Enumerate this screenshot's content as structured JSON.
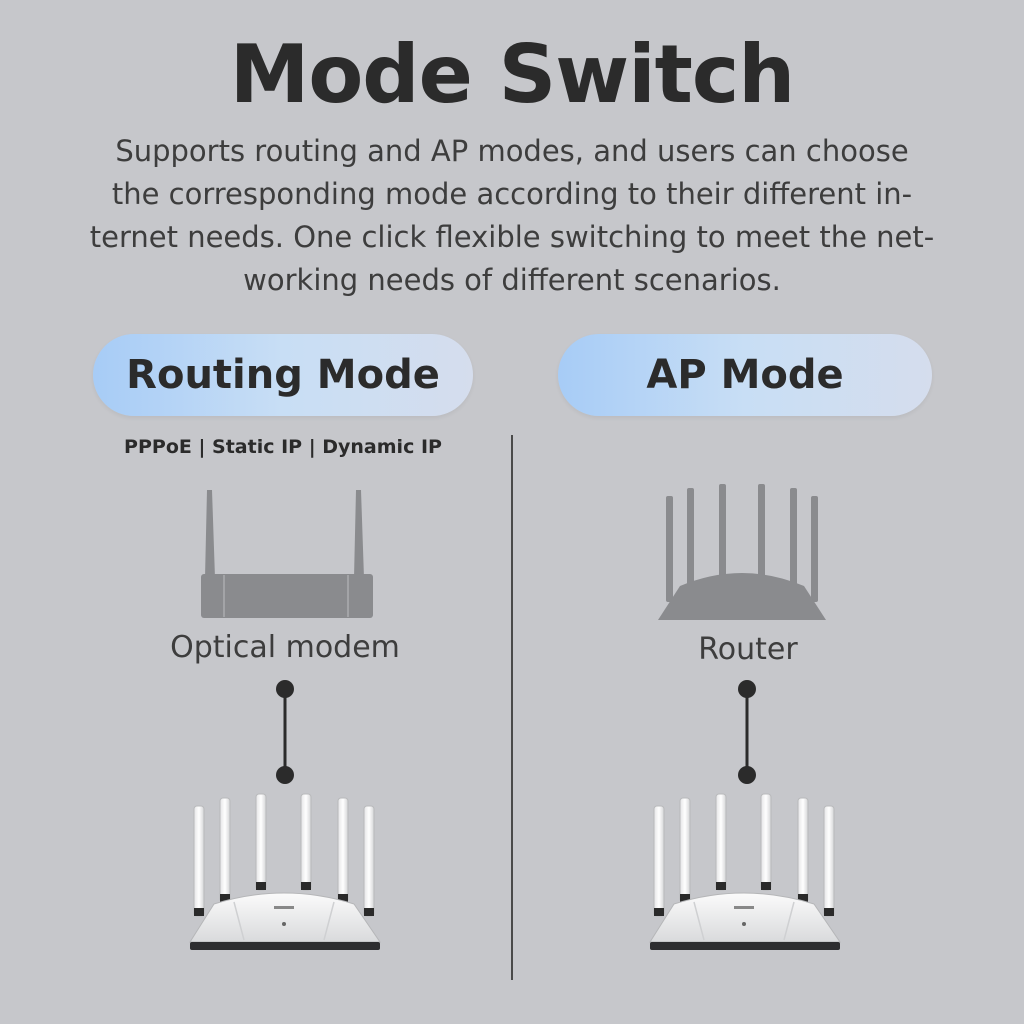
{
  "title": "Mode Switch",
  "description": {
    "lines": [
      "Supports routing and AP modes, and users can choose",
      "the corresponding mode according to their different in-",
      "ternet needs. One click flexible switching to meet the net-",
      "working needs of different scenarios."
    ]
  },
  "modes": {
    "routing": {
      "label": "Routing Mode",
      "supported": "PPPoE | Static IP | Dynamic IP",
      "upstream_device": "Optical modem"
    },
    "ap": {
      "label": "AP Mode",
      "upstream_device": "Router"
    }
  },
  "icons": {
    "modem": "optical-modem-icon",
    "upstream_router": "router-icon",
    "product": "wifi-router-product"
  },
  "colors": {
    "background": "#c6c7cb",
    "pill_start": "#a7ccf6",
    "pill_end": "#d5dded",
    "silhouette": "#8a8b8e",
    "text_dark": "#2b2b2b"
  }
}
